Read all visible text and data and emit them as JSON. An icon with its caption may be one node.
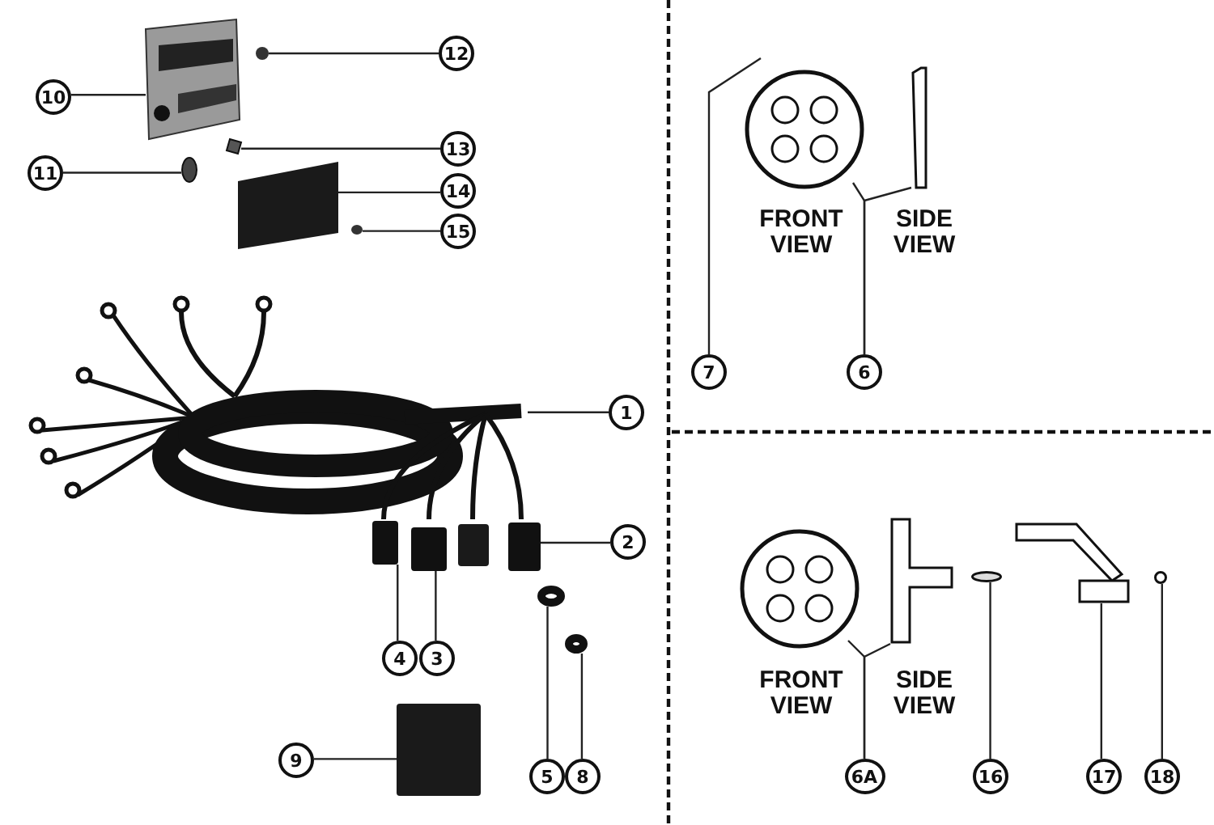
{
  "diagram": {
    "nodes": [
      {
        "text": [],
        "shape": "picture"
      },
      {
        "text": [
          "10"
        ]
      },
      {
        "text": [],
        "shape": "picture"
      },
      {
        "text": [
          "12"
        ]
      },
      {
        "text": [
          "11"
        ]
      },
      {
        "text": [],
        "shape": "circle"
      },
      {
        "text": [],
        "shape": "picture"
      },
      {
        "text": [
          "13"
        ]
      },
      {
        "text": [],
        "shape": "picture"
      },
      {
        "text": [
          "14"
        ]
      },
      {
        "text": [],
        "shape": "picture"
      },
      {
        "text": [
          "15"
        ]
      },
      {
        "text": [],
        "shape": "picture"
      },
      {
        "text": [
          "1"
        ]
      },
      {
        "text": [],
        "shape": "picture"
      },
      {
        "text": [],
        "shape": "picture"
      },
      {
        "text": [],
        "shape": "box"
      },
      {
        "text": [],
        "shape": "picture"
      },
      {
        "text": [
          "2"
        ]
      },
      {
        "text": [],
        "shape": "circle"
      },
      {
        "text": [],
        "shape": "circle"
      },
      {
        "text": [
          "4"
        ]
      },
      {
        "text": [
          "3"
        ]
      },
      {
        "text": [],
        "shape": "box"
      },
      {
        "text": [
          "9"
        ]
      },
      {
        "text": [
          "5"
        ]
      },
      {
        "text": [
          "8"
        ]
      },
      {
        "text": [],
        "shape": "picture"
      },
      {
        "text": [],
        "shape": "bar"
      },
      {
        "text": [
          "7"
        ]
      },
      {
        "text": [
          "6"
        ]
      },
      {
        "text": [],
        "shape": "picture"
      },
      {
        "text": [],
        "shape": "picture"
      },
      {
        "text": [],
        "shape": "circle"
      },
      {
        "text": [],
        "shape": "picture"
      },
      {
        "text": [],
        "shape": "circle"
      },
      {
        "text": [
          "6A"
        ]
      },
      {
        "text": [
          "16"
        ]
      },
      {
        "text": [
          "17"
        ]
      },
      {
        "text": [
          "18"
        ]
      }
    ],
    "edges": [
      {
        "from": 1,
        "to": 0,
        "arrow": "none"
      },
      {
        "from": 3,
        "to": 2,
        "arrow": "none"
      },
      {
        "from": 4,
        "to": 5,
        "arrow": "none"
      },
      {
        "from": 7,
        "to": 6,
        "arrow": "none"
      },
      {
        "from": 9,
        "to": 8,
        "arrow": "none"
      },
      {
        "from": 11,
        "to": 10,
        "arrow": "none"
      },
      {
        "from": 13,
        "to": 12,
        "arrow": "none"
      },
      {
        "from": 18,
        "to": 17,
        "arrow": "none"
      },
      {
        "from": 21,
        "to": 14,
        "arrow": "none"
      },
      {
        "from": 22,
        "to": 15,
        "arrow": "none"
      },
      {
        "from": 25,
        "to": 19,
        "arrow": "none"
      },
      {
        "from": 26,
        "to": 20,
        "arrow": "none"
      },
      {
        "from": 24,
        "to": 23,
        "arrow": "none"
      },
      {
        "from": 29,
        "to": null,
        "arrow": "none"
      },
      {
        "from": 30,
        "to": 27,
        "arrow": "none"
      },
      {
        "from": 30,
        "to": 28,
        "arrow": "none"
      },
      {
        "from": 36,
        "to": 31,
        "arrow": "none"
      },
      {
        "from": 36,
        "to": 32,
        "arrow": "none"
      },
      {
        "from": 37,
        "to": 33,
        "arrow": "none"
      },
      {
        "from": 38,
        "to": 34,
        "arrow": "none"
      },
      {
        "from": 39,
        "to": 35,
        "arrow": "none"
      }
    ],
    "labels": [
      "FRONT VIEW",
      "SIDE VIEW",
      "FRONT VIEW",
      "SIDE VIEW"
    ]
  }
}
